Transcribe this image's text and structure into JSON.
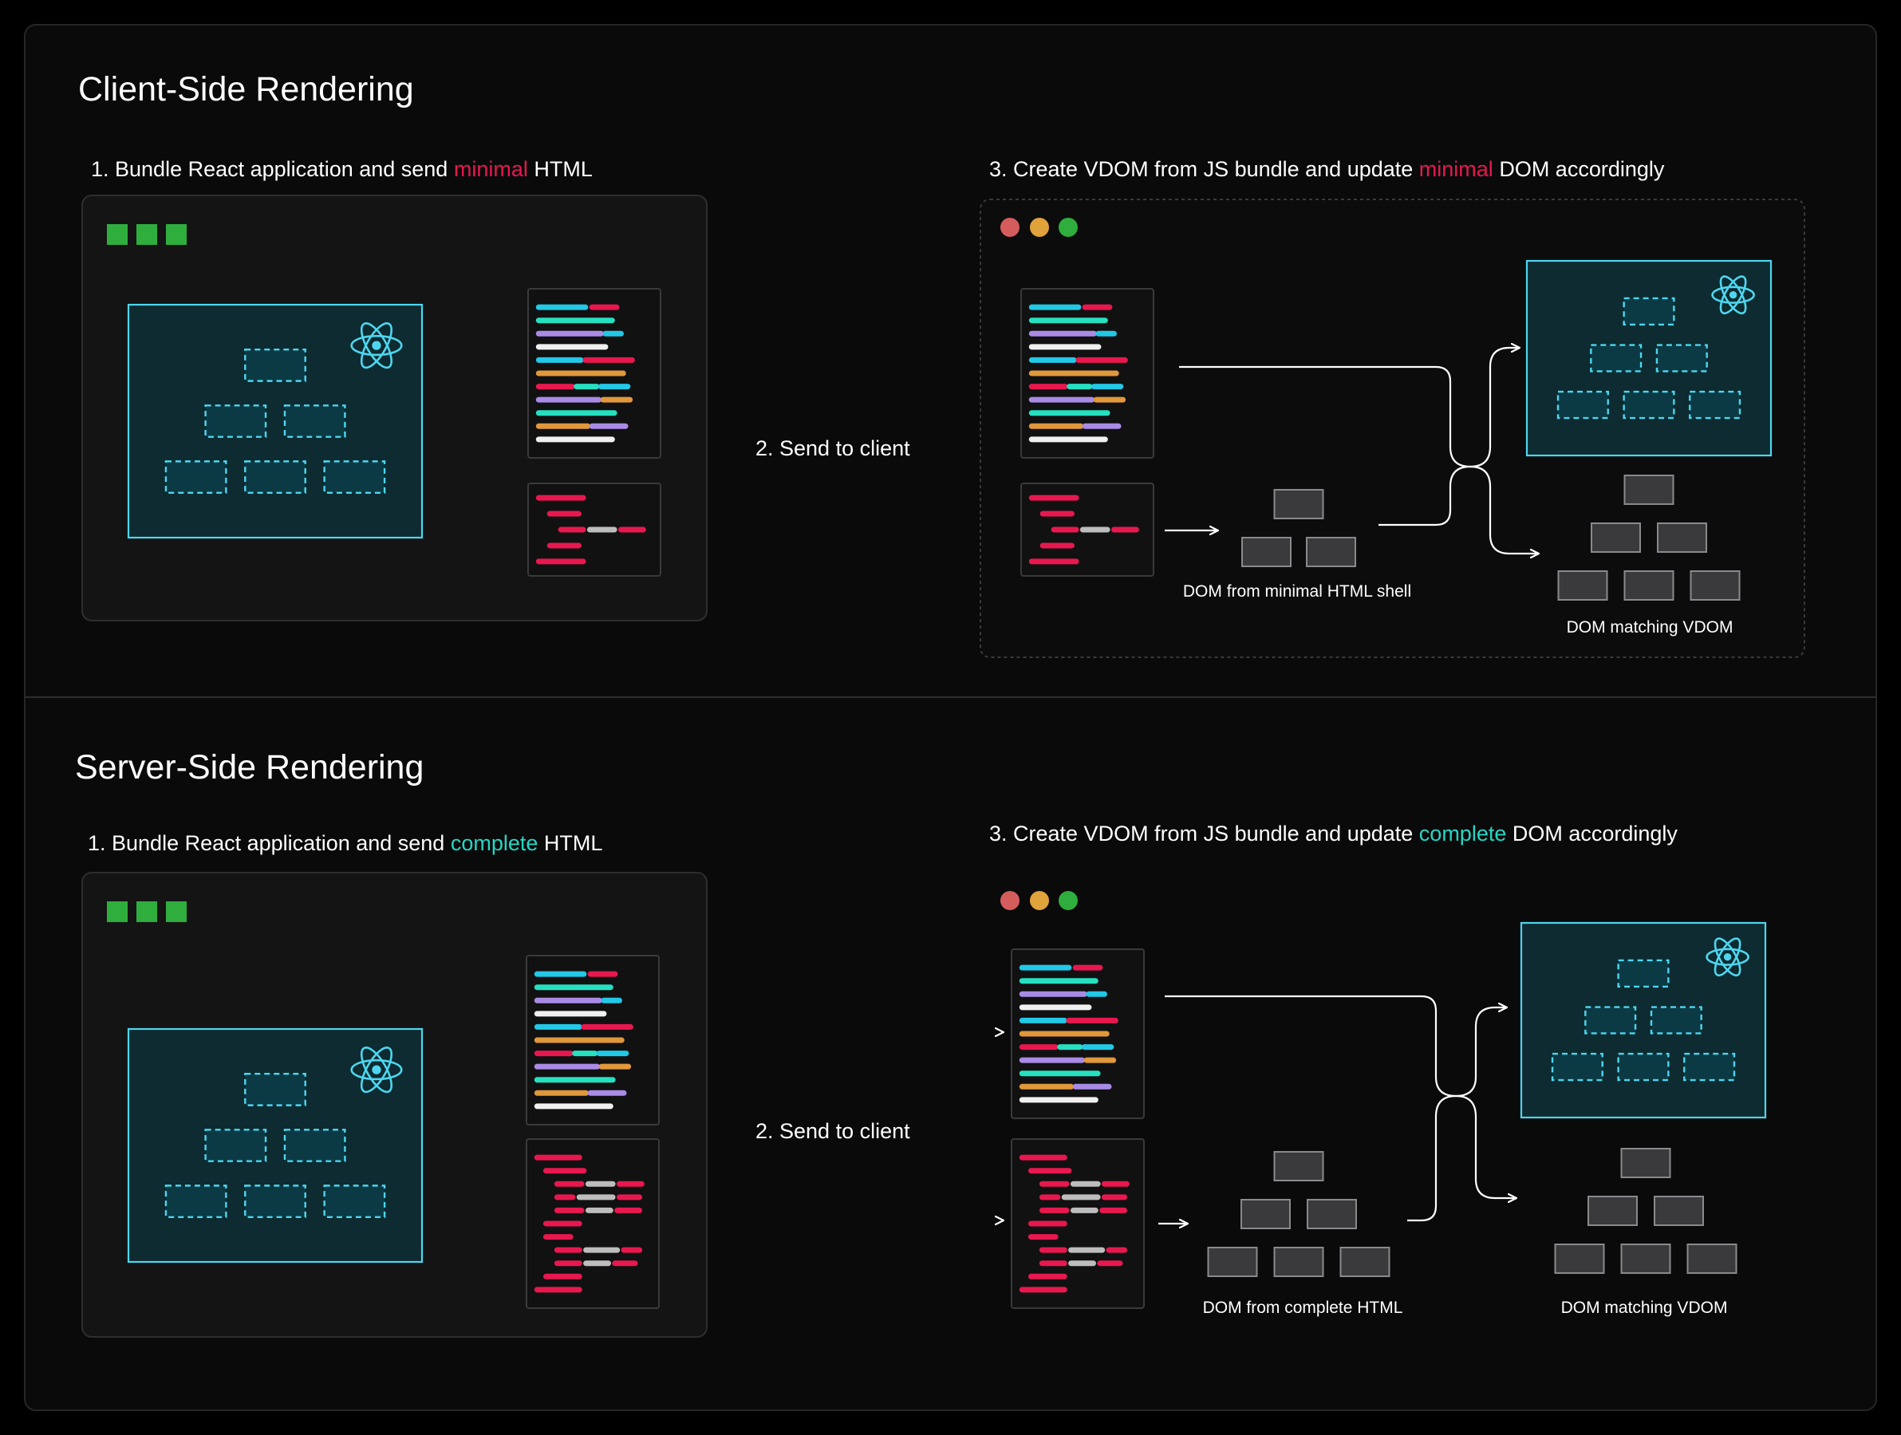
{
  "colors": {
    "page_bg": "#000000",
    "panel_bg": "#0b0b0c",
    "panel_border": "#2b2b2e",
    "window_bg": "#141415",
    "window_border": "#2e2e30",
    "accent_red": "#e8184f",
    "accent_teal": "#27d6c3",
    "react_cyan": "#4ed6f0",
    "traffic_red": "#d55c5c",
    "traffic_yellow": "#e0a23b",
    "traffic_green": "#2fae3d",
    "window_green": "#2fae3d",
    "vdom_box_fill": "#0c3a44",
    "vdom_panel_fill": "#0d2b30",
    "dom_box_fill": "#3a3a3d",
    "dom_box_border": "#8a8a8d",
    "code_cyan": "#22c8e6",
    "code_teal": "#26e0c0",
    "code_purple": "#a98be6",
    "code_orange": "#e0983a",
    "code_white": "#f0f0f0",
    "code_pink": "#e8184f",
    "code_gray": "#bdbdbd"
  },
  "icons": [
    "react-icon",
    "arrow-icon",
    "window-controls-icon",
    "code-file-icon",
    "html-file-icon",
    "dom-tree-icon"
  ],
  "csr": {
    "title": "Client-Side Rendering",
    "step1": {
      "prefix": "1. Bundle React application and send ",
      "highlight": "minimal",
      "suffix": " HTML"
    },
    "step2": "2. Send to client",
    "step3": {
      "prefix": "3. Create VDOM from JS bundle and update ",
      "highlight": "minimal",
      "suffix": " DOM accordingly"
    },
    "dom_shell_label": "DOM from minimal HTML shell",
    "dom_vdom_label": "DOM matching VDOM"
  },
  "ssr": {
    "title": "Server-Side Rendering",
    "step1": {
      "prefix": "1. Bundle React application and send ",
      "highlight": "complete",
      "suffix": " HTML"
    },
    "step2": "2. Send to client",
    "step3": {
      "prefix": "3. Create VDOM from JS bundle and update ",
      "highlight": "complete",
      "suffix": " DOM accordingly"
    },
    "dom_shell_label": "DOM from complete HTML",
    "dom_vdom_label": "DOM matching VDOM"
  }
}
